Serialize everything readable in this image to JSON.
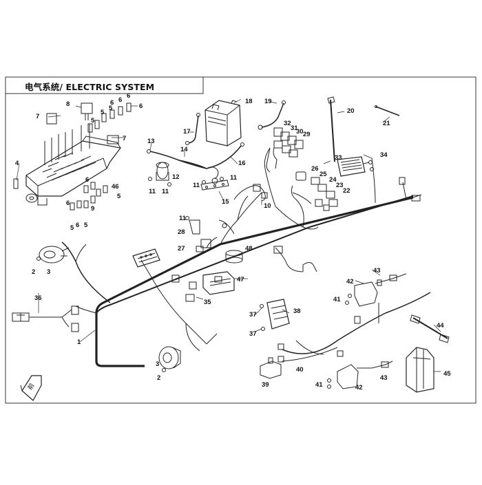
{
  "title": "电气系统/ ELECTRIC SYSTEM",
  "callouts": [
    {
      "id": "c1",
      "text": "1"
    },
    {
      "id": "c2a",
      "text": "2"
    },
    {
      "id": "c2b",
      "text": "2"
    },
    {
      "id": "c3a",
      "text": "3"
    },
    {
      "id": "c3b",
      "text": "3"
    },
    {
      "id": "c4",
      "text": "4"
    },
    {
      "id": "c5a",
      "text": "5"
    },
    {
      "id": "c5b",
      "text": "5"
    },
    {
      "id": "c5c",
      "text": "5"
    },
    {
      "id": "c5d",
      "text": "5"
    },
    {
      "id": "c5e",
      "text": "5"
    },
    {
      "id": "c5f",
      "text": "5"
    },
    {
      "id": "c6a",
      "text": "6"
    },
    {
      "id": "c6b",
      "text": "6"
    },
    {
      "id": "c6c",
      "text": "6"
    },
    {
      "id": "c6d",
      "text": "6"
    },
    {
      "id": "c6e",
      "text": "6"
    },
    {
      "id": "c6f",
      "text": "6"
    },
    {
      "id": "c6g",
      "text": "6"
    },
    {
      "id": "c7a",
      "text": "7"
    },
    {
      "id": "c7b",
      "text": "7"
    },
    {
      "id": "c8",
      "text": "8"
    },
    {
      "id": "c9",
      "text": "9"
    },
    {
      "id": "c10",
      "text": "10"
    },
    {
      "id": "c11a",
      "text": "11"
    },
    {
      "id": "c11b",
      "text": "11"
    },
    {
      "id": "c11c",
      "text": "11"
    },
    {
      "id": "c11d",
      "text": "11"
    },
    {
      "id": "c11e",
      "text": "11"
    },
    {
      "id": "c12",
      "text": "12"
    },
    {
      "id": "c13",
      "text": "13"
    },
    {
      "id": "c14",
      "text": "14"
    },
    {
      "id": "c15",
      "text": "15"
    },
    {
      "id": "c16",
      "text": "16"
    },
    {
      "id": "c17",
      "text": "17"
    },
    {
      "id": "c18",
      "text": "18"
    },
    {
      "id": "c19",
      "text": "19"
    },
    {
      "id": "c20",
      "text": "20"
    },
    {
      "id": "c21",
      "text": "21"
    },
    {
      "id": "c22",
      "text": "22"
    },
    {
      "id": "c23",
      "text": "23"
    },
    {
      "id": "c24",
      "text": "24"
    },
    {
      "id": "c25",
      "text": "25"
    },
    {
      "id": "c26",
      "text": "26"
    },
    {
      "id": "c27",
      "text": "27"
    },
    {
      "id": "c28",
      "text": "28"
    },
    {
      "id": "c29",
      "text": "29"
    },
    {
      "id": "c30",
      "text": "30"
    },
    {
      "id": "c31",
      "text": "31"
    },
    {
      "id": "c32",
      "text": "32"
    },
    {
      "id": "c33",
      "text": "33"
    },
    {
      "id": "c34",
      "text": "34"
    },
    {
      "id": "c35",
      "text": "35"
    },
    {
      "id": "c36",
      "text": "36"
    },
    {
      "id": "c37a",
      "text": "37"
    },
    {
      "id": "c37b",
      "text": "37"
    },
    {
      "id": "c38",
      "text": "38"
    },
    {
      "id": "c39",
      "text": "39"
    },
    {
      "id": "c40",
      "text": "40"
    },
    {
      "id": "c41a",
      "text": "41"
    },
    {
      "id": "c41b",
      "text": "41"
    },
    {
      "id": "c42a",
      "text": "42"
    },
    {
      "id": "c42b",
      "text": "42"
    },
    {
      "id": "c43a",
      "text": "43"
    },
    {
      "id": "c43b",
      "text": "43"
    },
    {
      "id": "c44",
      "text": "44"
    },
    {
      "id": "c45",
      "text": "45"
    },
    {
      "id": "c46",
      "text": "46"
    },
    {
      "id": "c47",
      "text": "47"
    },
    {
      "id": "c48",
      "text": "48"
    }
  ],
  "arrow_label": "前"
}
